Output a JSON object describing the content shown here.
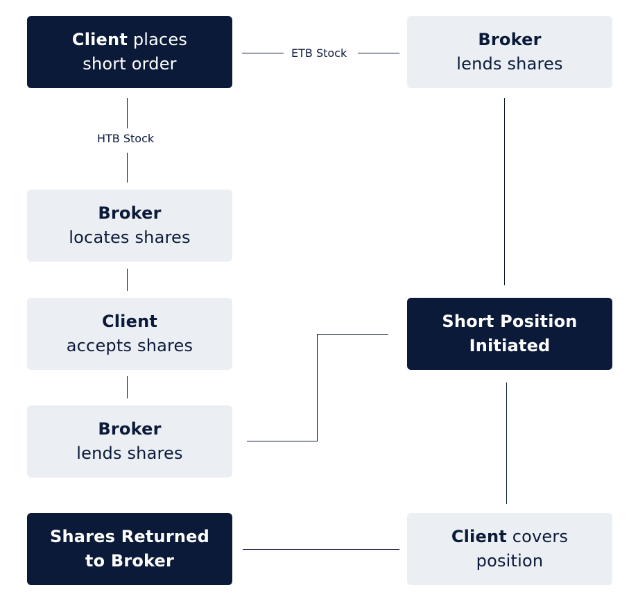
{
  "nodes": {
    "client_places": {
      "bold": "Client",
      "rest": " places",
      "line2": "short order"
    },
    "broker_lends_etb": {
      "line1": "Broker",
      "line2": "lends shares"
    },
    "broker_locates": {
      "line1": "Broker",
      "line2": "locates shares"
    },
    "client_accepts": {
      "line1": "Client",
      "line2": "accepts shares"
    },
    "short_initiated": {
      "line1": "Short Position",
      "line2": "Initiated"
    },
    "broker_lends_htb": {
      "line1": "Broker",
      "line2": "lends shares"
    },
    "shares_returned": {
      "line1": "Shares Returned",
      "line2": "to Broker"
    },
    "client_covers": {
      "bold": "Client",
      "rest": " covers",
      "line2": "position"
    }
  },
  "edges": {
    "etb_label": "ETB Stock",
    "htb_label": "HTB Stock"
  },
  "colors": {
    "dark": "#0b1a38",
    "light": "#ebeff4"
  }
}
